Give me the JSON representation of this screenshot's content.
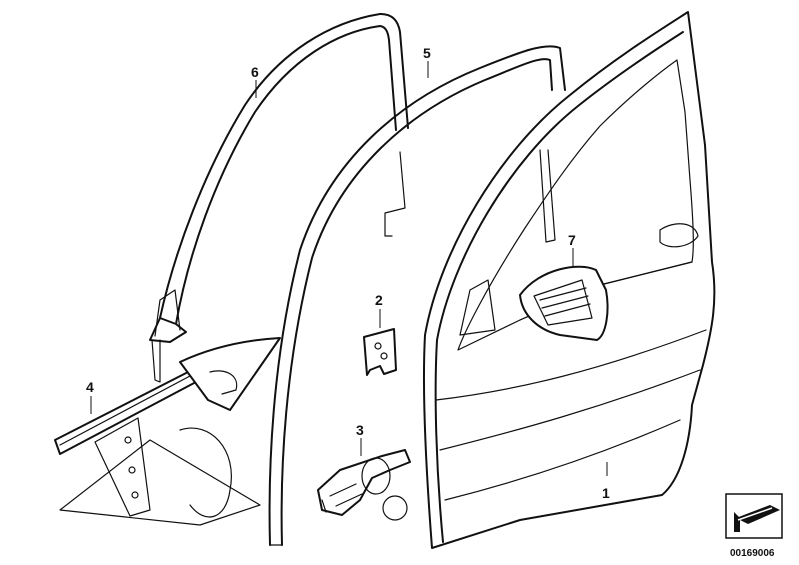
{
  "diagram": {
    "callouts": [
      "1",
      "2",
      "3",
      "4",
      "5",
      "6",
      "7"
    ],
    "reference_number": "00169006"
  }
}
